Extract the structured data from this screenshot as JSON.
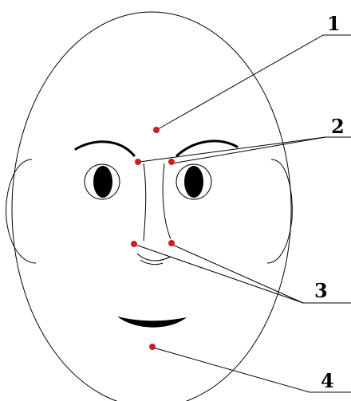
{
  "diagram": {
    "point_color": "#cc1f1f",
    "line_color": "#000000",
    "labels": {
      "one": "1",
      "two": "2",
      "three": "3",
      "four": "4"
    }
  }
}
